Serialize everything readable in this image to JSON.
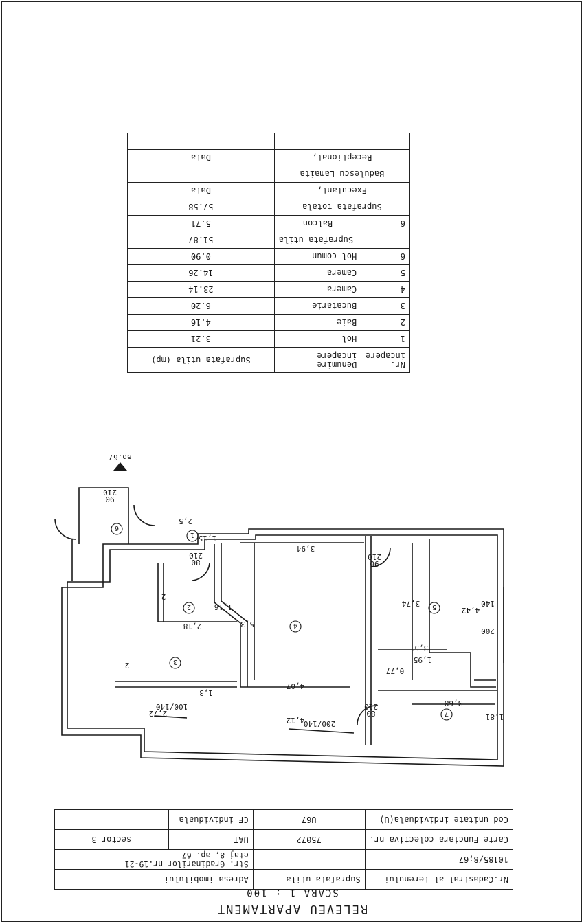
{
  "title": "RELEVEU APARTAMENT",
  "scale": "SCARA 1 : 100",
  "id_table": {
    "r1": {
      "c1": "Nr.Cadastral al terenului",
      "c2": "Suprafata utila",
      "c3": "Adresa imobilului"
    },
    "r2": {
      "c1": "10185/8;67",
      "c3": "Str. Gradinarilor nr.19-21",
      "c3b": "etaj 8, ap. 67"
    },
    "r3": {
      "c1": "Carte Funciara colectiva nr.",
      "c2": "75072",
      "c3": "UAT",
      "c4": "sector 3"
    },
    "r4": {
      "c1": "Cod unitate individuala(U)",
      "c2": "U67",
      "c3": "CF individuala"
    }
  },
  "area_table": {
    "header": {
      "nr": "Nr. incapere",
      "name": "Denumire incapere",
      "area": "Suprafata utila (mp)"
    },
    "rows": [
      {
        "nr": "1",
        "name": "Hol",
        "area": "3.21"
      },
      {
        "nr": "2",
        "name": "Baie",
        "area": "4.16"
      },
      {
        "nr": "3",
        "name": "Bucatarie",
        "area": "6.20"
      },
      {
        "nr": "4",
        "name": "Camera",
        "area": "23.14"
      },
      {
        "nr": "5",
        "name": "Camera",
        "area": "14.26"
      },
      {
        "nr": "6",
        "name": "Hol comun",
        "area": "0.90"
      }
    ],
    "util_label": "Suprafata utila",
    "util_value": "51.87",
    "balcony": {
      "nr": "6",
      "name": "Balcon",
      "area": "5.71"
    },
    "total_label": "Suprafata totala",
    "total_value": "57.58",
    "executed_label": "Executant,",
    "executed_date": "Data",
    "executor": "Badulescu Lamaita",
    "received_label": "Receptionat,",
    "received_date": "Data"
  },
  "plan": {
    "apartment": "ap.67",
    "rooms": [
      "1",
      "2",
      "3",
      "4",
      "5",
      "6",
      "7"
    ],
    "dims": {
      "d_2_5": "2,5",
      "d_1_15": "1,15",
      "d_3_94": "3,94",
      "d_5_3": "5,3",
      "d_3_74": "3,74",
      "d_4_42": "4,42",
      "d_3_51": "3,51",
      "d_1_95": "1,95",
      "d_0_77": "0,77",
      "d_2": "2",
      "d_2_18": "2,18",
      "d_1_16": "1,16",
      "d_2b": "2",
      "d_1_3": "1,3",
      "d_2_72": "2,72",
      "d_4_07": "4,07",
      "d_4_12": "4,12",
      "d_3_68": "3,68",
      "d_1_81": "1,81"
    },
    "doors": {
      "entry": {
        "w": "90",
        "h": "210"
      },
      "bath": {
        "w": "80",
        "h": "210"
      },
      "room5": {
        "w": "90",
        "h": "210"
      },
      "balcony": {
        "w": "80",
        "h": "210"
      }
    },
    "windows": {
      "kitchen": "100/140",
      "room4": "200/140",
      "room5_a": "200",
      "room5_b": "140"
    }
  }
}
